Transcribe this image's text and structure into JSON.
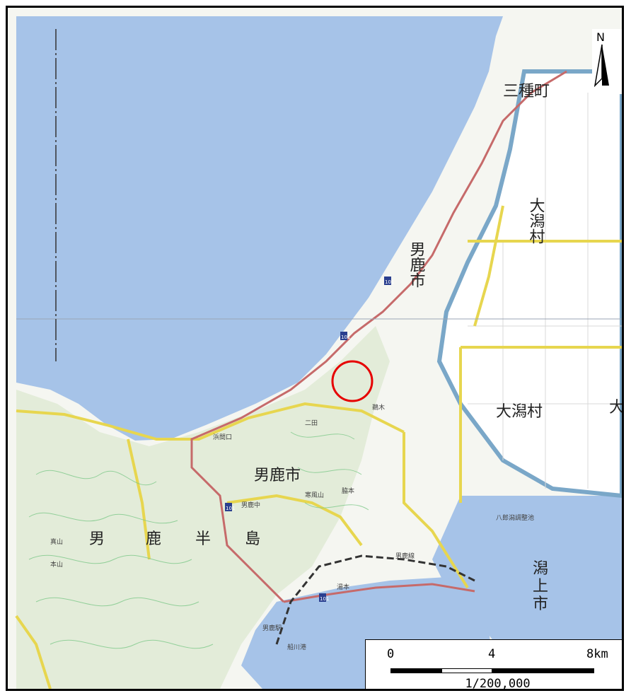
{
  "map": {
    "labels": {
      "sanshu_town": "三種町",
      "ogata_village_north": "大潟村",
      "oga_city_north": "男鹿市",
      "ogata_village_center": "大潟村",
      "ogata_village_east": "大潟",
      "oga_city_center": "男鹿市",
      "peninsula_1": "男",
      "peninsula_2": "鹿",
      "peninsula_3": "半",
      "peninsula_4": "島",
      "katagami_1": "潟",
      "katagami_2": "上",
      "katagami_3": "市"
    },
    "small_labels": {
      "kamoaosa": "鵜木",
      "oga_line": "男鹿線",
      "shinzan": "真山",
      "honzan": "本山",
      "kanpuzan": "寒風山",
      "funakawa_port": "船川港",
      "oga_station": "男鹿駅",
      "hachirogata": "八郎潟調整池",
      "hamaguchi": "浜間口",
      "ogaiki": "男鹿中",
      "wakimoto": "脇本",
      "futada": "二田",
      "tamae": "湯本"
    },
    "route_shields": [
      "101",
      "101",
      "101",
      "101"
    ],
    "colors": {
      "sea": "#a6c3e8",
      "land": "#f5f6f1",
      "vegetation": "#e3ecd9",
      "road_national": "#c66a6a",
      "road_prefectural": "#e7d64f",
      "contour": "#7ec98a",
      "lagoon": "#a6c3e8",
      "marker": "#e60000"
    }
  },
  "north_arrow": {
    "label": "N",
    "icon": "north-arrow-icon"
  },
  "scale_bar": {
    "ticks": [
      "0",
      "4",
      "8km"
    ],
    "ratio": "1/200,000"
  }
}
